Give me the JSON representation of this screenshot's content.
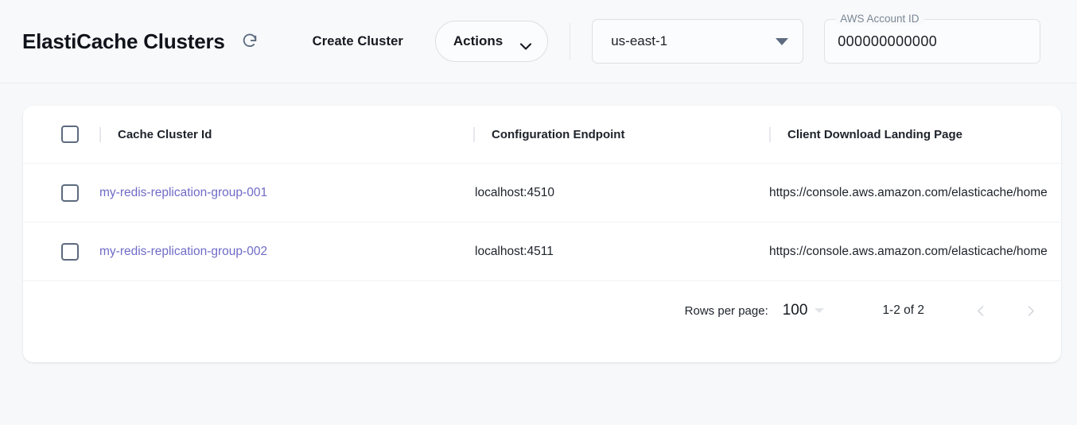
{
  "header": {
    "title": "ElastiCache Clusters",
    "refresh_icon": "refresh-icon",
    "create_cluster_label": "Create Cluster",
    "actions_label": "Actions",
    "actions_caret_icon": "chevron-down-icon",
    "region": {
      "value": "us-east-1",
      "caret_icon": "caret-down-icon"
    },
    "account": {
      "label": "AWS Account ID",
      "value": "000000000000"
    }
  },
  "table": {
    "columns": [
      {
        "key": "cluster_id",
        "label": "Cache Cluster Id"
      },
      {
        "key": "config_endpoint",
        "label": "Configuration Endpoint"
      },
      {
        "key": "landing_page",
        "label": "Client Download Landing Page"
      }
    ],
    "rows": [
      {
        "cluster_id": "my-redis-replication-group-001",
        "config_endpoint": "localhost:4510",
        "landing_page": "https://console.aws.amazon.com/elasticache/home"
      },
      {
        "cluster_id": "my-redis-replication-group-002",
        "config_endpoint": "localhost:4511",
        "landing_page": "https://console.aws.amazon.com/elasticache/home"
      }
    ]
  },
  "pagination": {
    "rows_per_page_label": "Rows per page:",
    "rows_per_page_value": "100",
    "range_label": "1-2 of 2",
    "prev_icon": "chevron-left-icon",
    "next_icon": "chevron-right-icon"
  },
  "colors": {
    "link": "#6f6bc7",
    "page_bg": "#f7f8fa",
    "card_bg": "#ffffff",
    "checkbox_border": "#5c6b7e"
  }
}
